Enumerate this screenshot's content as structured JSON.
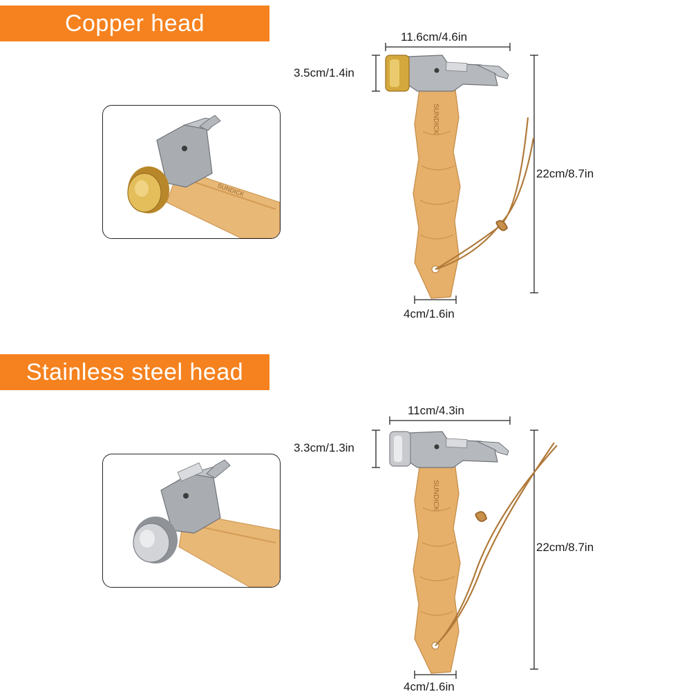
{
  "sections": [
    {
      "banner": "Copper head",
      "dimensions": {
        "head_width": "11.6cm/4.6in",
        "head_height": "3.5cm/1.4in",
        "total_length": "22cm/8.7in",
        "handle_width": "4cm/1.6in"
      },
      "colors": {
        "face": "#c9a13a",
        "banner": "#f5821f"
      }
    },
    {
      "banner": "Stainless steel head",
      "dimensions": {
        "head_width": "11cm/4.3in",
        "head_height": "3.3cm/1.3in",
        "total_length": "22cm/8.7in",
        "handle_width": "4cm/1.6in"
      },
      "colors": {
        "face": "#c8c8c8",
        "banner": "#f5821f"
      }
    }
  ]
}
